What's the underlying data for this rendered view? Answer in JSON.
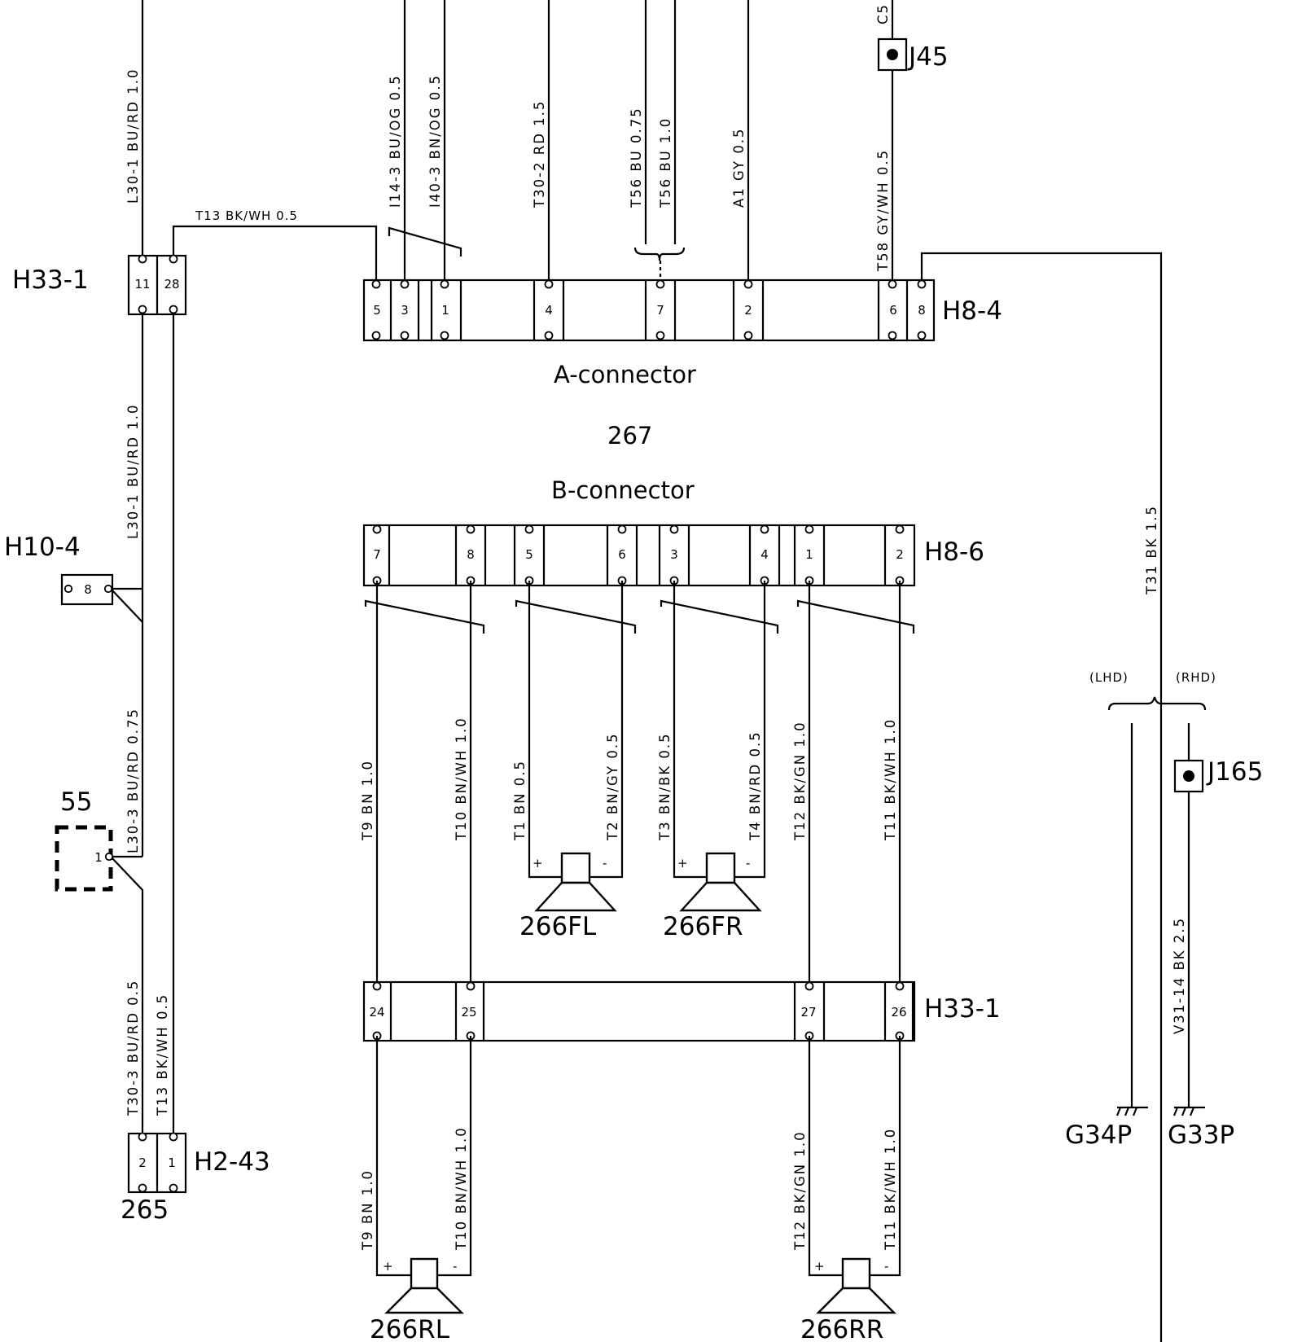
{
  "component": {
    "id": "267",
    "a_connector": "A-connector",
    "b_connector": "B-connector"
  },
  "connectors": {
    "h33_1_top": {
      "id": "H33-1",
      "pins": [
        "11",
        "28"
      ]
    },
    "h8_4": {
      "id": "H8-4",
      "pins": [
        "5",
        "3",
        "1",
        "4",
        "7",
        "2",
        "6",
        "8"
      ]
    },
    "h8_6": {
      "id": "H8-6",
      "pins": [
        "7",
        "8",
        "5",
        "6",
        "3",
        "4",
        "1",
        "2"
      ]
    },
    "h33_1_bot": {
      "id": "H33-1",
      "pins": [
        "24",
        "25",
        "27",
        "26"
      ]
    },
    "h10_4": {
      "id": "H10-4",
      "pins": [
        "8"
      ]
    },
    "c55": {
      "id": "55",
      "pins": [
        "1"
      ]
    },
    "h2_43": {
      "id": "H2-43",
      "pins": [
        "2",
        "1"
      ]
    },
    "c265": {
      "id": "265"
    }
  },
  "junctions": {
    "j45": "J45",
    "j165": "J165"
  },
  "grounds": {
    "g34p": "G34P",
    "g33p": "G33P"
  },
  "drive": {
    "lhd": "(LHD)",
    "rhd": "(RHD)"
  },
  "speakers": {
    "fl": {
      "id": "266FL",
      "plus": "+",
      "minus": "-"
    },
    "fr": {
      "id": "266FR",
      "plus": "+",
      "minus": "-"
    },
    "rl": {
      "id": "266RL",
      "plus": "+",
      "minus": "-"
    },
    "rr": {
      "id": "266RR",
      "plus": "+",
      "minus": "-"
    }
  },
  "wires": {
    "l30_1_top": "L30-1   BU/RD 1.0",
    "t13_top": "T13   BK/WH 0.5",
    "i14_3": "I14-3   BU/OG 0.5",
    "i40_3": "I40-3   BN/OG 0.5",
    "t30_2": "T30-2   RD 1.5",
    "t56_a": "T56   BU 0.75",
    "t56_b": "T56   BU 1.0",
    "a1": "A1   GY 0.5",
    "c5": "C5",
    "t58": "T58   GY/WH 0.5",
    "l30_1_mid": "L30-1   BU/RD 1.0",
    "l30_3": "L30-3   BU/RD 0.75",
    "t30_3": "T30-3   BU/RD 0.5",
    "t13_bot": "T13   BK/WH 0.5",
    "t31": "T31   BK 1.5",
    "v31_14": "V31-14   BK 2.5",
    "t9_a": "T9   BN 1.0",
    "t10_a": "T10   BN/WH 1.0",
    "t1": "T1   BN 0.5",
    "t2": "T2   BN/GY 0.5",
    "t3": "T3   BN/BK 0.5",
    "t4": "T4   BN/RD 0.5",
    "t12_a": "T12   BK/GN 1.0",
    "t11_a": "T11   BK/WH 1.0",
    "t9_b": "T9   BN 1.0",
    "t10_b": "T10   BN/WH 1.0",
    "t12_b": "T12   BK/GN 1.0",
    "t11_b": "T11   BK/WH 1.0"
  }
}
